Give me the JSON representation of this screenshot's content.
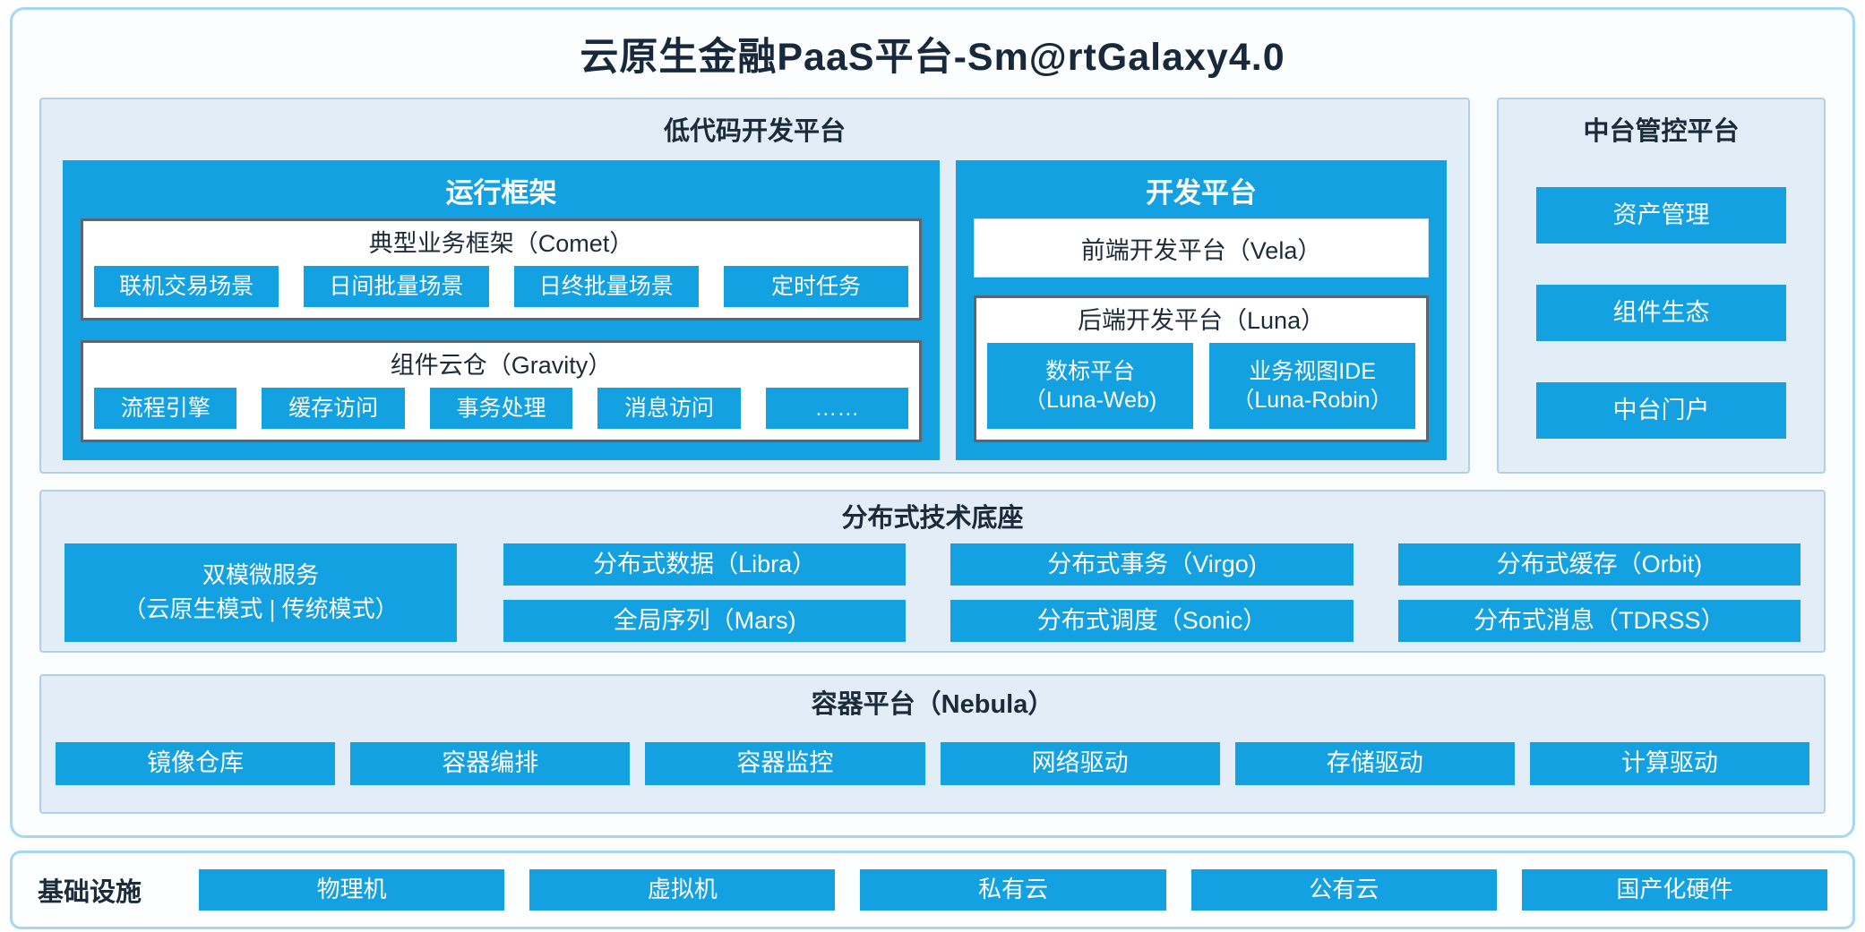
{
  "colors": {
    "accent": "#14a1e1",
    "panel_bg": "#e3edf8",
    "panel_border": "#b0cfea",
    "outer_border": "#a3d7f3",
    "framed_border": "#5c6670",
    "dark_text": "#1c2b3a"
  },
  "title": "云原生金融PaaS平台-Sm@rtGalaxy4.0",
  "lowcode": {
    "title": "低代码开发平台",
    "runtime": {
      "title": "运行框架",
      "comet": {
        "title": "典型业务框架（Comet）",
        "items": [
          "联机交易场景",
          "日间批量场景",
          "日终批量场景",
          "定时任务"
        ]
      },
      "gravity": {
        "title": "组件云仓（Gravity）",
        "items": [
          "流程引擎",
          "缓存访问",
          "事务处理",
          "消息访问",
          "……"
        ]
      }
    },
    "devplatform": {
      "title": "开发平台",
      "vela_title": "前端开发平台（Vela）",
      "luna": {
        "title": "后端开发平台（Luna）",
        "items": [
          {
            "line1": "数标平台",
            "line2": "（Luna-Web)"
          },
          {
            "line1": "业务视图IDE",
            "line2": "（Luna-Robin）"
          }
        ]
      }
    }
  },
  "midplatform": {
    "title": "中台管控平台",
    "items": [
      "资产管理",
      "组件生态",
      "中台门户"
    ]
  },
  "distributed": {
    "title": "分布式技术底座",
    "dual_mode": {
      "line1": "双模微服务",
      "line2": "（云原生模式 | 传统模式）"
    },
    "items": [
      "分布式数据（Libra）",
      "分布式事务（Virgo)",
      "分布式缓存（Orbit)",
      "全局序列（Mars)",
      "分布式调度（Sonic）",
      "分布式消息（TDRSS）"
    ]
  },
  "container_platform": {
    "title": "容器平台（Nebula）",
    "items": [
      "镜像仓库",
      "容器编排",
      "容器监控",
      "网络驱动",
      "存储驱动",
      "计算驱动"
    ]
  },
  "infrastructure": {
    "title": "基础设施",
    "items": [
      "物理机",
      "虚拟机",
      "私有云",
      "公有云",
      "国产化硬件"
    ]
  }
}
